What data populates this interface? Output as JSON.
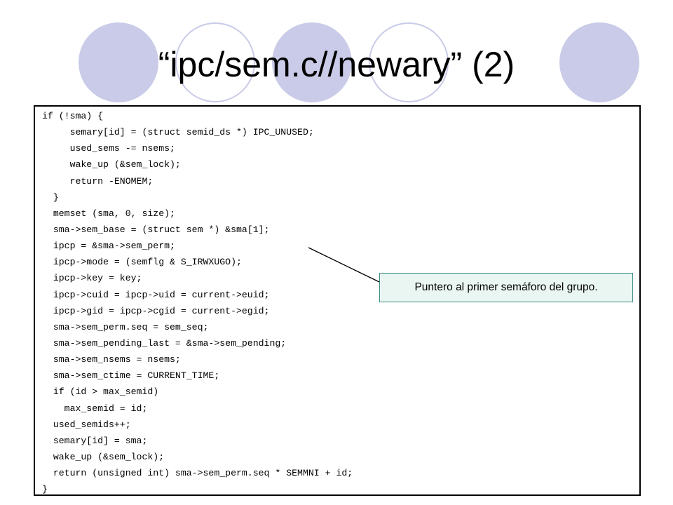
{
  "slide": {
    "title": "“ipc/sem.c//newary” (2)",
    "accent_color": "#c9cbe8",
    "decoration": [
      "circle-filled",
      "circle-outline",
      "circle-filled",
      "circle-outline",
      "circle-filled",
      "circle-outline",
      "circle-filled"
    ]
  },
  "code": {
    "lines": [
      "if (!sma) {",
      "     semary[id] = (struct semid_ds *) IPC_UNUSED;",
      "     used_sems -= nsems;",
      "     wake_up (&sem_lock);",
      "     return -ENOMEM;",
      "  }",
      "  memset (sma, 0, size);",
      "  sma->sem_base = (struct sem *) &sma[1];",
      "  ipcp = &sma->sem_perm;",
      "  ipcp->mode = (semflg & S_IRWXUGO);",
      "  ipcp->key = key;",
      "  ipcp->cuid = ipcp->uid = current->euid;",
      "  ipcp->gid = ipcp->cgid = current->egid;",
      "  sma->sem_perm.seq = sem_seq;",
      "  sma->sem_pending_last = &sma->sem_pending;",
      "  sma->sem_nsems = nsems;",
      "  sma->sem_ctime = CURRENT_TIME;",
      "  if (id > max_semid)",
      "    max_semid = id;",
      "  used_semids++;",
      "  semary[id] = sma;",
      "  wake_up (&sem_lock);",
      "  return (unsigned int) sma->sem_perm.seq * SEMMNI + id;",
      "}"
    ]
  },
  "callout": {
    "text": "Puntero al primer semáforo del grupo.",
    "border_color": "#3a8a80",
    "fill_color": "#eaf6f1"
  }
}
